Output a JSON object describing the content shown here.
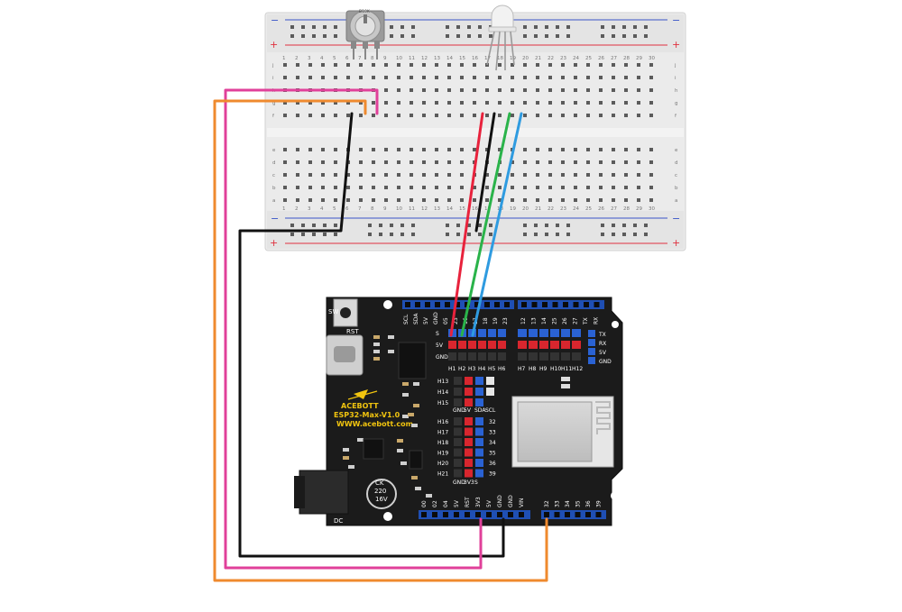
{
  "breadboard": {
    "top_col_numbers": [
      "1",
      "2",
      "3",
      "4",
      "5",
      "6",
      "7",
      "8",
      "9",
      "10",
      "11",
      "12",
      "13",
      "14",
      "15",
      "16",
      "17",
      "18",
      "19",
      "20",
      "21",
      "22",
      "23",
      "24",
      "25",
      "26",
      "27",
      "28",
      "29",
      "30"
    ],
    "top_rows": [
      "j",
      "i",
      "h",
      "g",
      "f"
    ],
    "bottom_rows": [
      "e",
      "d",
      "c",
      "b",
      "a"
    ],
    "rail_plus": "+",
    "rail_minus": "−"
  },
  "potentiometer": {
    "label": "B10K"
  },
  "board": {
    "brand": "ACEBOTT",
    "model": "ESP32-Max-V1.0",
    "url": "WWW.acebott.com",
    "rst_label": "RST",
    "sw_label": "SW",
    "capacitor_label": [
      "CK",
      "220",
      "16V"
    ],
    "dc_label": "DC",
    "top_header_left": [
      "SCL",
      "SDA",
      "5V",
      "GND",
      "05",
      "23",
      "16",
      "17",
      "18",
      "19",
      "23"
    ],
    "top_header_right": [
      "12",
      "13",
      "14",
      "25",
      "26",
      "27",
      "TX",
      "RX"
    ],
    "row_labels": [
      "S",
      "5V",
      "GND"
    ],
    "h_left": [
      "H1",
      "H2",
      "H3",
      "H4",
      "H5",
      "H6"
    ],
    "h_right": [
      "H7",
      "H8",
      "H9",
      "H10",
      "H11",
      "H12"
    ],
    "side_right": [
      "TX",
      "RX",
      "5V",
      "GND"
    ],
    "mid_left": [
      "H13",
      "H14",
      "H15"
    ],
    "mid_bottom": [
      "GND",
      "5V",
      "SDA",
      "SCL"
    ],
    "lower_left": [
      "H16",
      "H17",
      "H18",
      "H19",
      "H20",
      "H21"
    ],
    "lower_nums": [
      "32",
      "33",
      "34",
      "35",
      "36",
      "39"
    ],
    "lower_bottom": [
      "GND",
      "3V3",
      "S"
    ],
    "bottom_header_left": [
      "00",
      "02",
      "04",
      "5V",
      "RST",
      "3V3",
      "5V",
      "GND",
      "GND",
      "VIN"
    ],
    "bottom_header_right": [
      "32",
      "33",
      "34",
      "35",
      "36",
      "39"
    ]
  },
  "wires": [
    {
      "name": "black-ground-wire",
      "color": "#111111"
    },
    {
      "name": "pink-wire",
      "color": "#e0409a"
    },
    {
      "name": "orange-wire",
      "color": "#ef8a2e"
    },
    {
      "name": "red-wire",
      "color": "#e8223c"
    },
    {
      "name": "green-wire",
      "color": "#2ab34a"
    },
    {
      "name": "blue-wire",
      "color": "#2f9be0"
    }
  ]
}
